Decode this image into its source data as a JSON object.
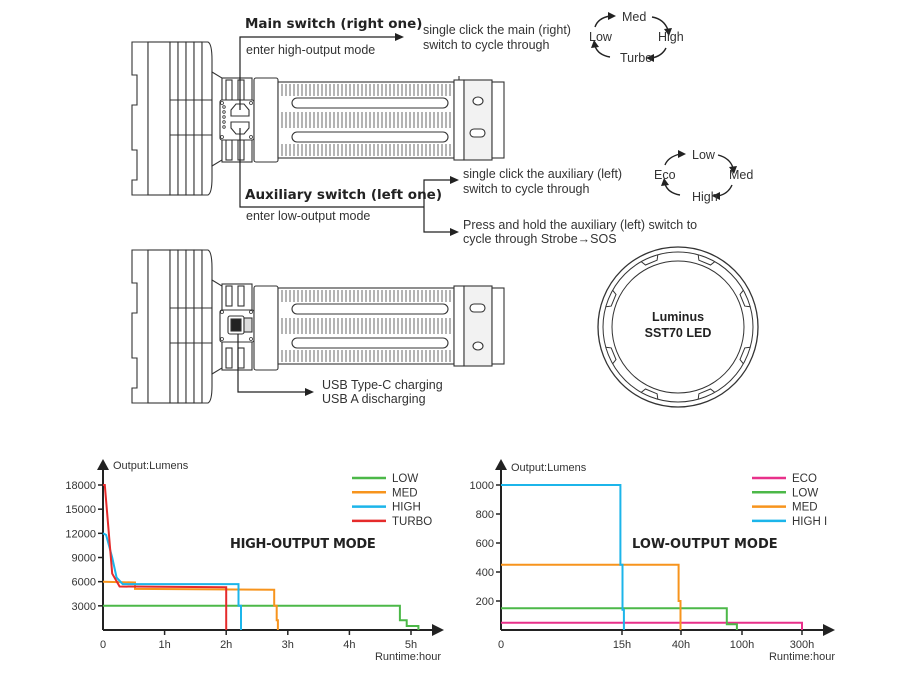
{
  "main_switch": {
    "title": "Main switch (right one)",
    "subtitle": "enter high-output mode",
    "instruction_line1": "single click the main (right)",
    "instruction_line2": "switch to cycle through",
    "cycle": [
      "Med",
      "High",
      "Turbo",
      "Low"
    ]
  },
  "aux_switch": {
    "title": "Auxiliary switch (left one)",
    "subtitle": "enter low-output mode",
    "instruction1_line1": "single click the auxiliary (left)",
    "instruction1_line2": "switch to cycle through",
    "instruction2_line1": "Press and hold the auxiliary (left) switch to",
    "instruction2_line2": "cycle through Strobe→SOS",
    "cycle": [
      "Low",
      "Med",
      "High",
      "Eco"
    ]
  },
  "usb": {
    "line1": "USB Type-C charging",
    "line2": "USB A discharging"
  },
  "led": {
    "line1": "Luminus",
    "line2": "SST70 LED"
  },
  "chart_data": [
    {
      "type": "line",
      "title": "HIGH-OUTPUT MODE",
      "ylabel": "Output:Lumens",
      "xlabel": "Runtime:hour",
      "x_ticks": [
        {
          "v": 0,
          "label": "0"
        },
        {
          "v": 1,
          "label": "1h"
        },
        {
          "v": 2,
          "label": "2h"
        },
        {
          "v": 3,
          "label": "3h"
        },
        {
          "v": 4,
          "label": "4h"
        },
        {
          "v": 5,
          "label": "5h"
        }
      ],
      "y_ticks": [
        {
          "v": 3000,
          "label": "3000"
        },
        {
          "v": 6000,
          "label": "6000"
        },
        {
          "v": 9000,
          "label": "9000"
        },
        {
          "v": 12000,
          "label": "12000"
        },
        {
          "v": 15000,
          "label": "15000"
        },
        {
          "v": 18000,
          "label": "18000"
        }
      ],
      "xlim": [
        0,
        5.5
      ],
      "ylim": [
        0,
        18000
      ],
      "legend_position": "top-right",
      "series": [
        {
          "name": "LOW",
          "color": "#4cb848",
          "points": [
            [
              0,
              3000
            ],
            [
              4.82,
              3000
            ],
            [
              4.82,
              1200
            ],
            [
              4.93,
              1200
            ],
            [
              4.93,
              500
            ],
            [
              5.12,
              500
            ],
            [
              5.12,
              0
            ]
          ]
        },
        {
          "name": "MED",
          "color": "#f7941d",
          "points": [
            [
              0,
              6000
            ],
            [
              0.52,
              5900
            ],
            [
              0.52,
              5100
            ],
            [
              2.78,
              5000
            ],
            [
              2.78,
              3000
            ],
            [
              2.82,
              3000
            ],
            [
              2.82,
              1200
            ],
            [
              2.84,
              1200
            ],
            [
              2.84,
              0
            ]
          ]
        },
        {
          "name": "HIGH",
          "color": "#1cb5ea",
          "points": [
            [
              0,
              12000
            ],
            [
              0.05,
              11800
            ],
            [
              0.15,
              9000
            ],
            [
              0.22,
              6500
            ],
            [
              0.32,
              5700
            ],
            [
              2.2,
              5700
            ],
            [
              2.2,
              3000
            ],
            [
              2.24,
              3000
            ],
            [
              2.24,
              0
            ]
          ]
        },
        {
          "name": "TURBO",
          "color": "#e52b2b",
          "points": [
            [
              0,
              18000
            ],
            [
              0.03,
              18000
            ],
            [
              0.15,
              7000
            ],
            [
              0.27,
              5400
            ],
            [
              2.0,
              5300
            ],
            [
              2.0,
              0
            ]
          ]
        }
      ]
    },
    {
      "type": "line",
      "title": "LOW-OUTPUT MODE",
      "ylabel": "Output:Lumens",
      "xlabel": "Runtime:hour",
      "x_ticks": [
        {
          "v": 0,
          "label": "0"
        },
        {
          "v": 15,
          "label": "15h"
        },
        {
          "v": 40,
          "label": "40h"
        },
        {
          "v": 100,
          "label": "100h"
        },
        {
          "v": 300,
          "label": "300h"
        }
      ],
      "y_ticks": [
        {
          "v": 200,
          "label": "200"
        },
        {
          "v": 400,
          "label": "400"
        },
        {
          "v": 600,
          "label": "600"
        },
        {
          "v": 800,
          "label": "800"
        },
        {
          "v": 1000,
          "label": "1000"
        }
      ],
      "x_scale": "non-linear (tick-spaced)",
      "ylim": [
        0,
        1000
      ],
      "legend_position": "top-right",
      "series": [
        {
          "name": "ECO",
          "color": "#e8318a",
          "points": [
            [
              0,
              50
            ],
            [
              300,
              50
            ],
            [
              300,
              0
            ]
          ]
        },
        {
          "name": "LOW",
          "color": "#4cb848",
          "points": [
            [
              0,
              150
            ],
            [
              85,
              150
            ],
            [
              85,
              40
            ],
            [
              95,
              40
            ],
            [
              95,
              0
            ]
          ]
        },
        {
          "name": "MED",
          "color": "#f7941d",
          "points": [
            [
              0,
              450
            ],
            [
              39,
              450
            ],
            [
              39,
              200
            ],
            [
              39.8,
              200
            ],
            [
              39.8,
              0
            ]
          ]
        },
        {
          "name": "HIGH I",
          "color": "#1cb5ea",
          "points": [
            [
              0,
              1000
            ],
            [
              14.8,
              1000
            ],
            [
              14.8,
              450
            ],
            [
              15.2,
              450
            ],
            [
              15.2,
              140
            ],
            [
              15.8,
              140
            ],
            [
              15.8,
              0
            ]
          ]
        }
      ]
    }
  ]
}
